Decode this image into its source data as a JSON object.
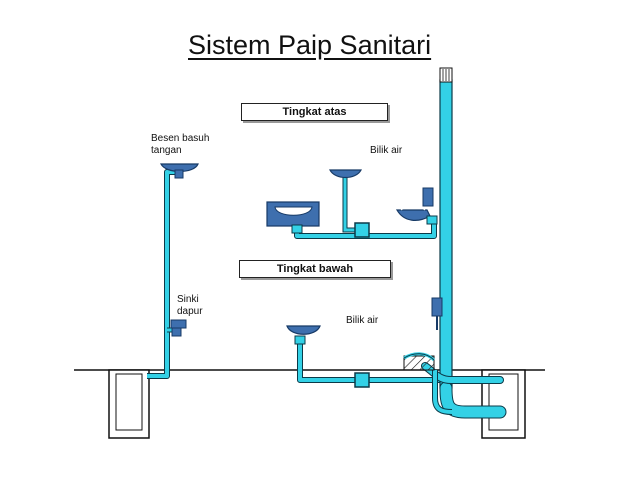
{
  "title": "Sistem Paip Sanitari",
  "floors": {
    "upper": "Tingkat atas",
    "lower": "Tingkat bawah"
  },
  "labels": {
    "basin_line1": "Besen basuh",
    "basin_line2": "tangan",
    "toilet_upper": "Bilik air",
    "sink_line1": "Sinki",
    "sink_line2": "dapur",
    "toilet_lower": "Bilik air"
  },
  "colors": {
    "pipe": "#33d1e6",
    "pipe_outline": "#0b3a48",
    "fixture": "#3e6fae",
    "fixture_dark": "#173a66",
    "ground": "#111111"
  }
}
